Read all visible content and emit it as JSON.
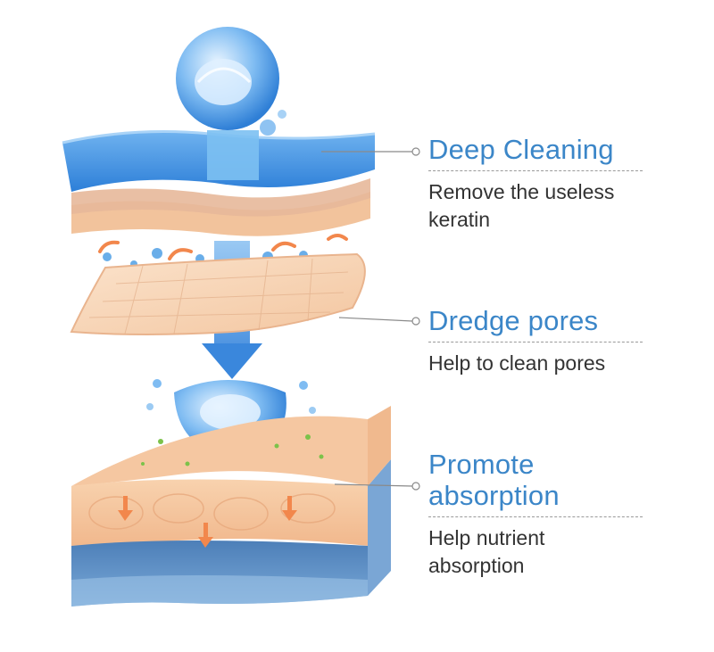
{
  "colors": {
    "title_blue": "#3b86c8",
    "body_text": "#333333",
    "leader_line": "#8a8a8a",
    "skin": "#f6c9a2",
    "water_blue": "#3f8ee0"
  },
  "callouts": [
    {
      "title": "Deep Cleaning",
      "description_line1": "Remove the useless",
      "description_line2": "keratin"
    },
    {
      "title": "Dredge pores",
      "description_line1": "Help to clean pores"
    },
    {
      "title_line1": "Promote",
      "title_line2": "absorption",
      "description_line1": "Help nutrient",
      "description_line2": "absorption"
    }
  ]
}
